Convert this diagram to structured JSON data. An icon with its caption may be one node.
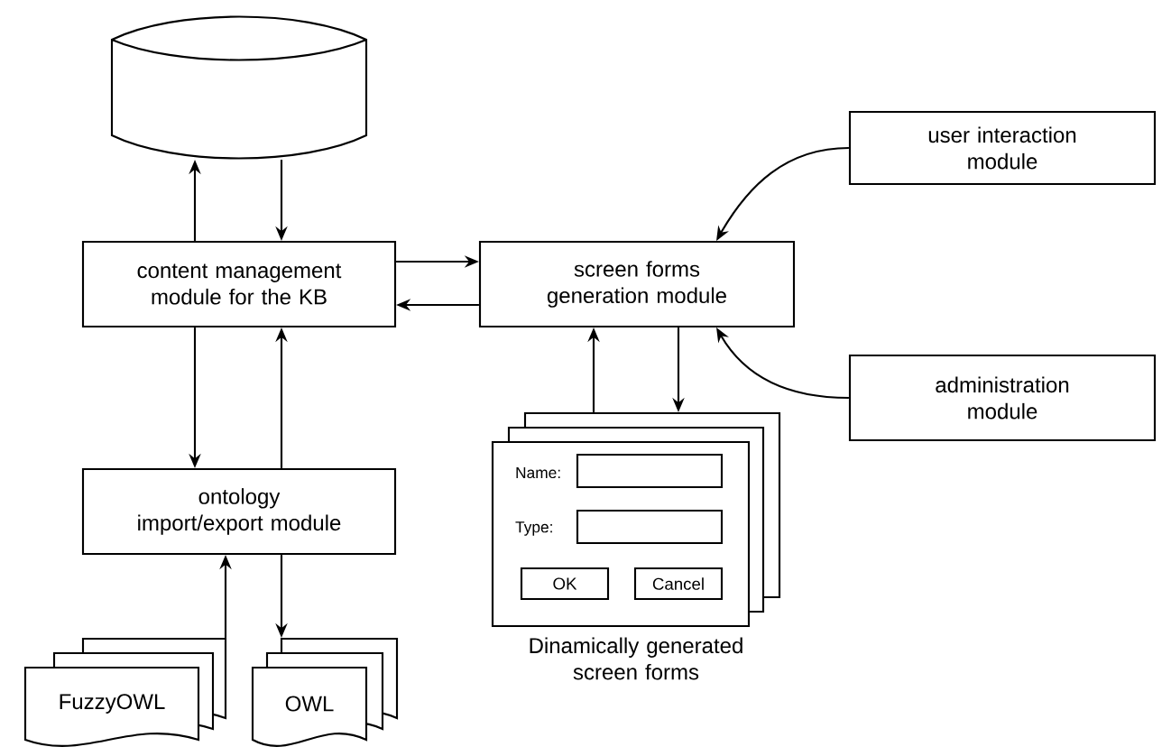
{
  "diagram": {
    "nodes": [
      {
        "text": [],
        "shape": "cylinder"
      },
      {
        "text": [
          "content management module for the KB"
        ]
      },
      {
        "text": [
          "screen forms generation module"
        ]
      },
      {
        "text": [
          "user interaction module"
        ]
      },
      {
        "text": [
          "administration module"
        ]
      },
      {
        "text": [
          "ontology import/export module"
        ]
      },
      {
        "text": [],
        "shape": "box",
        "beside": [
          "Dinamically generated screen forms"
        ]
      },
      {
        "text": [],
        "shape": "box",
        "in": 6
      },
      {
        "text": [],
        "shape": "box",
        "in": 6
      },
      {
        "text": [
          "OK"
        ],
        "in": 6
      },
      {
        "text": [
          "Cancel"
        ],
        "in": 6
      },
      {
        "text": [
          "FuzzyOWL"
        ]
      },
      {
        "text": [
          "OWL"
        ]
      }
    ],
    "edges": [
      {
        "from": 1,
        "to": 0,
        "arrow": "to"
      },
      {
        "from": 0,
        "to": 1,
        "arrow": "to"
      },
      {
        "from": 1,
        "to": 2,
        "arrow": "to"
      },
      {
        "from": 2,
        "to": 1,
        "arrow": "to"
      },
      {
        "from": 3,
        "to": 2,
        "arrow": "to"
      },
      {
        "from": 4,
        "to": 2,
        "arrow": "to"
      },
      {
        "from": 1,
        "to": 5,
        "arrow": "to"
      },
      {
        "from": 5,
        "to": 1,
        "arrow": "to"
      },
      {
        "from": 6,
        "to": 2,
        "arrow": "to"
      },
      {
        "from": 2,
        "to": 6,
        "arrow": "to"
      },
      {
        "from": 11,
        "to": 5,
        "arrow": "to"
      },
      {
        "from": 5,
        "to": 12,
        "arrow": "to"
      }
    ],
    "labels": [
      "Name:",
      "Type:"
    ]
  }
}
